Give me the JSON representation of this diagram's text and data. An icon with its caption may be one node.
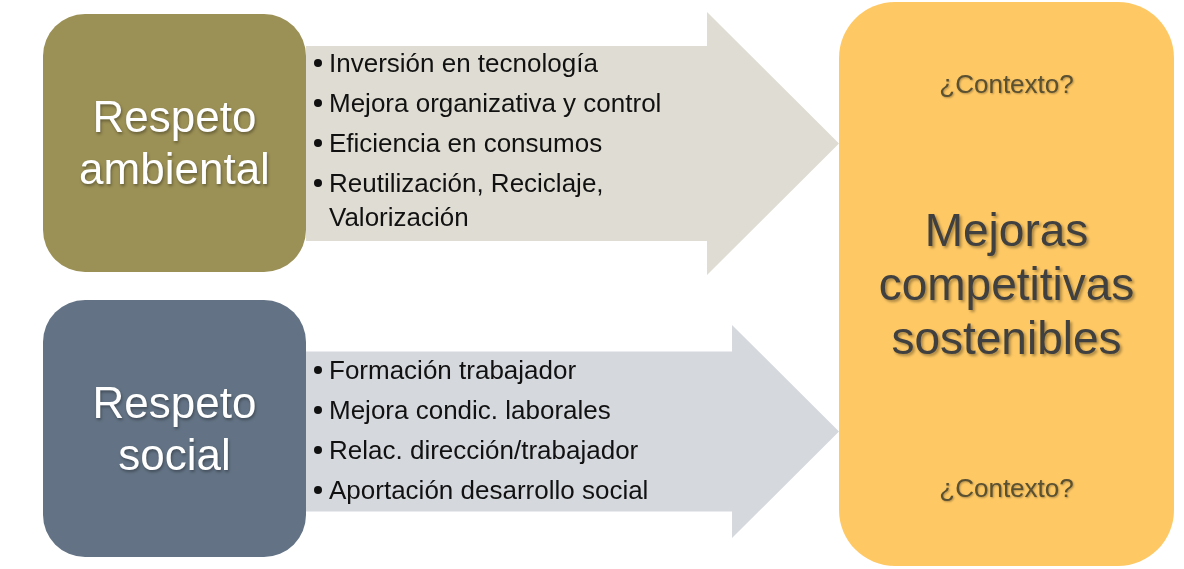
{
  "diagram": {
    "nodes": [
      {
        "text": [
          "Respeto ambiental"
        ]
      },
      {
        "text": [
          "Inversión en tecnología",
          "Mejora organizativa y control",
          "Eficiencia en consumos",
          "Reutilización, Reciclaje, Valorización"
        ]
      },
      {
        "text": [
          "Respeto social"
        ]
      },
      {
        "text": [
          "Formación trabajador",
          "Mejora condic. laborales",
          "Relac. dirección/trabajador",
          "Aportación desarrollo social"
        ]
      },
      {
        "text": [
          "¿Contexto?",
          "Mejoras competitivas sostenibles",
          "¿Contexto?"
        ]
      }
    ],
    "edges": [
      {
        "from": 0,
        "to": 4,
        "arrow": "to",
        "style": "thick"
      },
      {
        "from": 2,
        "to": 4,
        "arrow": "to",
        "style": "thick"
      }
    ]
  }
}
